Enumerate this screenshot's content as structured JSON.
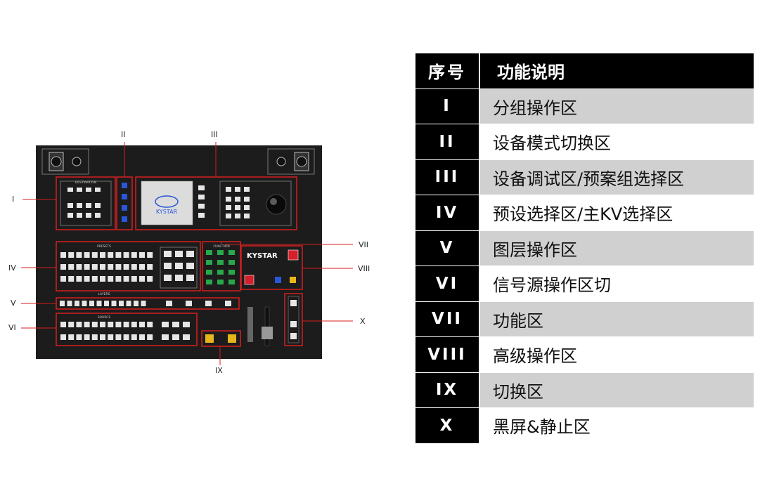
{
  "diagram": {
    "device_logo": "KYSTAR",
    "panel_labels": {
      "destination": "DESTINATION",
      "presets": "PRESETS",
      "function": "FUNCTION",
      "layers": "LAYERS",
      "source": "SOURCE"
    },
    "zone_markers": [
      "I",
      "II",
      "III",
      "IV",
      "V",
      "VI",
      "VII",
      "VIII",
      "IX",
      "X"
    ],
    "colors": {
      "panel": "#1c1c1c",
      "callout": "#d81e1e",
      "blue_keys": "#2a56d8",
      "green_keys": "#27a84a",
      "yellow_keys": "#e7b51c",
      "red_keys": "#d4202c"
    }
  },
  "table": {
    "headers": [
      "序号",
      "功能说明"
    ],
    "rows": [
      {
        "num": "I",
        "desc": "分组操作区"
      },
      {
        "num": "II",
        "desc": "设备模式切换区"
      },
      {
        "num": "III",
        "desc": "设备调试区/预案组选择区"
      },
      {
        "num": "IV",
        "desc": "预设选择区/主KV选择区"
      },
      {
        "num": "V",
        "desc": "图层操作区"
      },
      {
        "num": "VI",
        "desc": "信号源操作区切"
      },
      {
        "num": "VII",
        "desc": "功能区"
      },
      {
        "num": "VIII",
        "desc": "高级操作区"
      },
      {
        "num": "IX",
        "desc": "切换区"
      },
      {
        "num": "X",
        "desc": "黑屏&静止区"
      }
    ]
  }
}
